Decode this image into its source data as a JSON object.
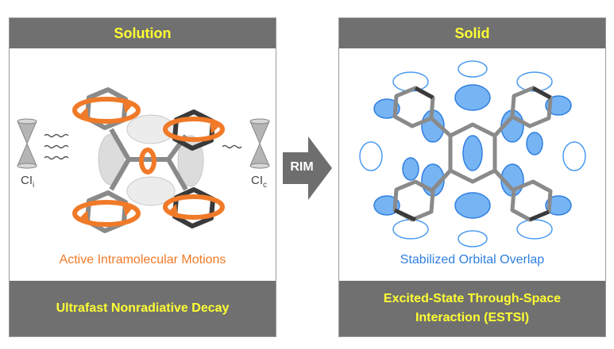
{
  "left_panel": {
    "header": "Solution",
    "caption": "Active Intramolecular Motions",
    "footer_lines": [
      "Ultrafast Nonradiative Decay"
    ],
    "label_left": {
      "main": "CI",
      "sub": "i"
    },
    "label_right": {
      "main": "CI",
      "sub": "c"
    }
  },
  "right_panel": {
    "header": "Solid",
    "caption": "Stabilized Orbital Overlap",
    "footer_lines": [
      "Excited-State Through-Space",
      "Interaction (ESTSI)"
    ]
  },
  "arrow": {
    "label": "RIM"
  },
  "colors": {
    "panel_bar": "#707070",
    "header_text": "#ffff33",
    "motion_orange": "#f07a28",
    "orbital_blue": "#2f7fe0"
  }
}
